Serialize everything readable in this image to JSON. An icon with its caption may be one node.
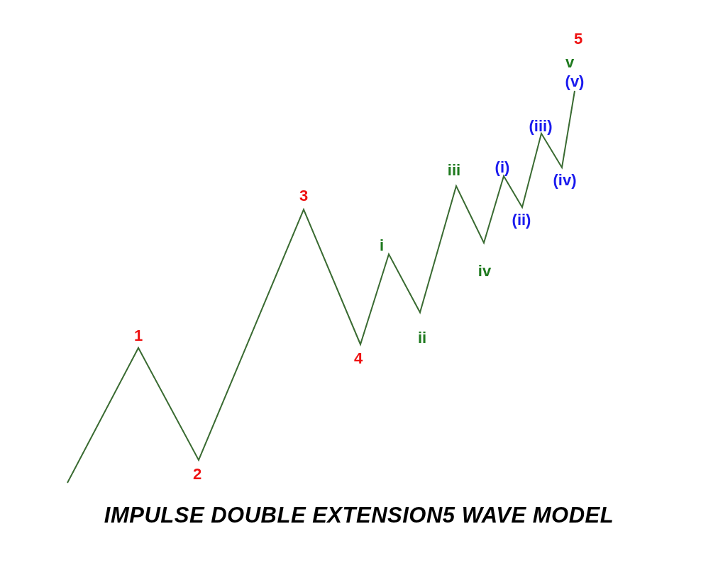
{
  "diagram": {
    "caption": "IMPULSE DOUBLE EXTENSION5 WAVE MODEL",
    "labels": [
      "5",
      "v",
      "(v)",
      "(iii)",
      "(i)",
      "iii",
      "(iv)",
      "3",
      "(ii)",
      "i",
      "iv",
      "ii",
      "1",
      "4",
      "2"
    ]
  }
}
